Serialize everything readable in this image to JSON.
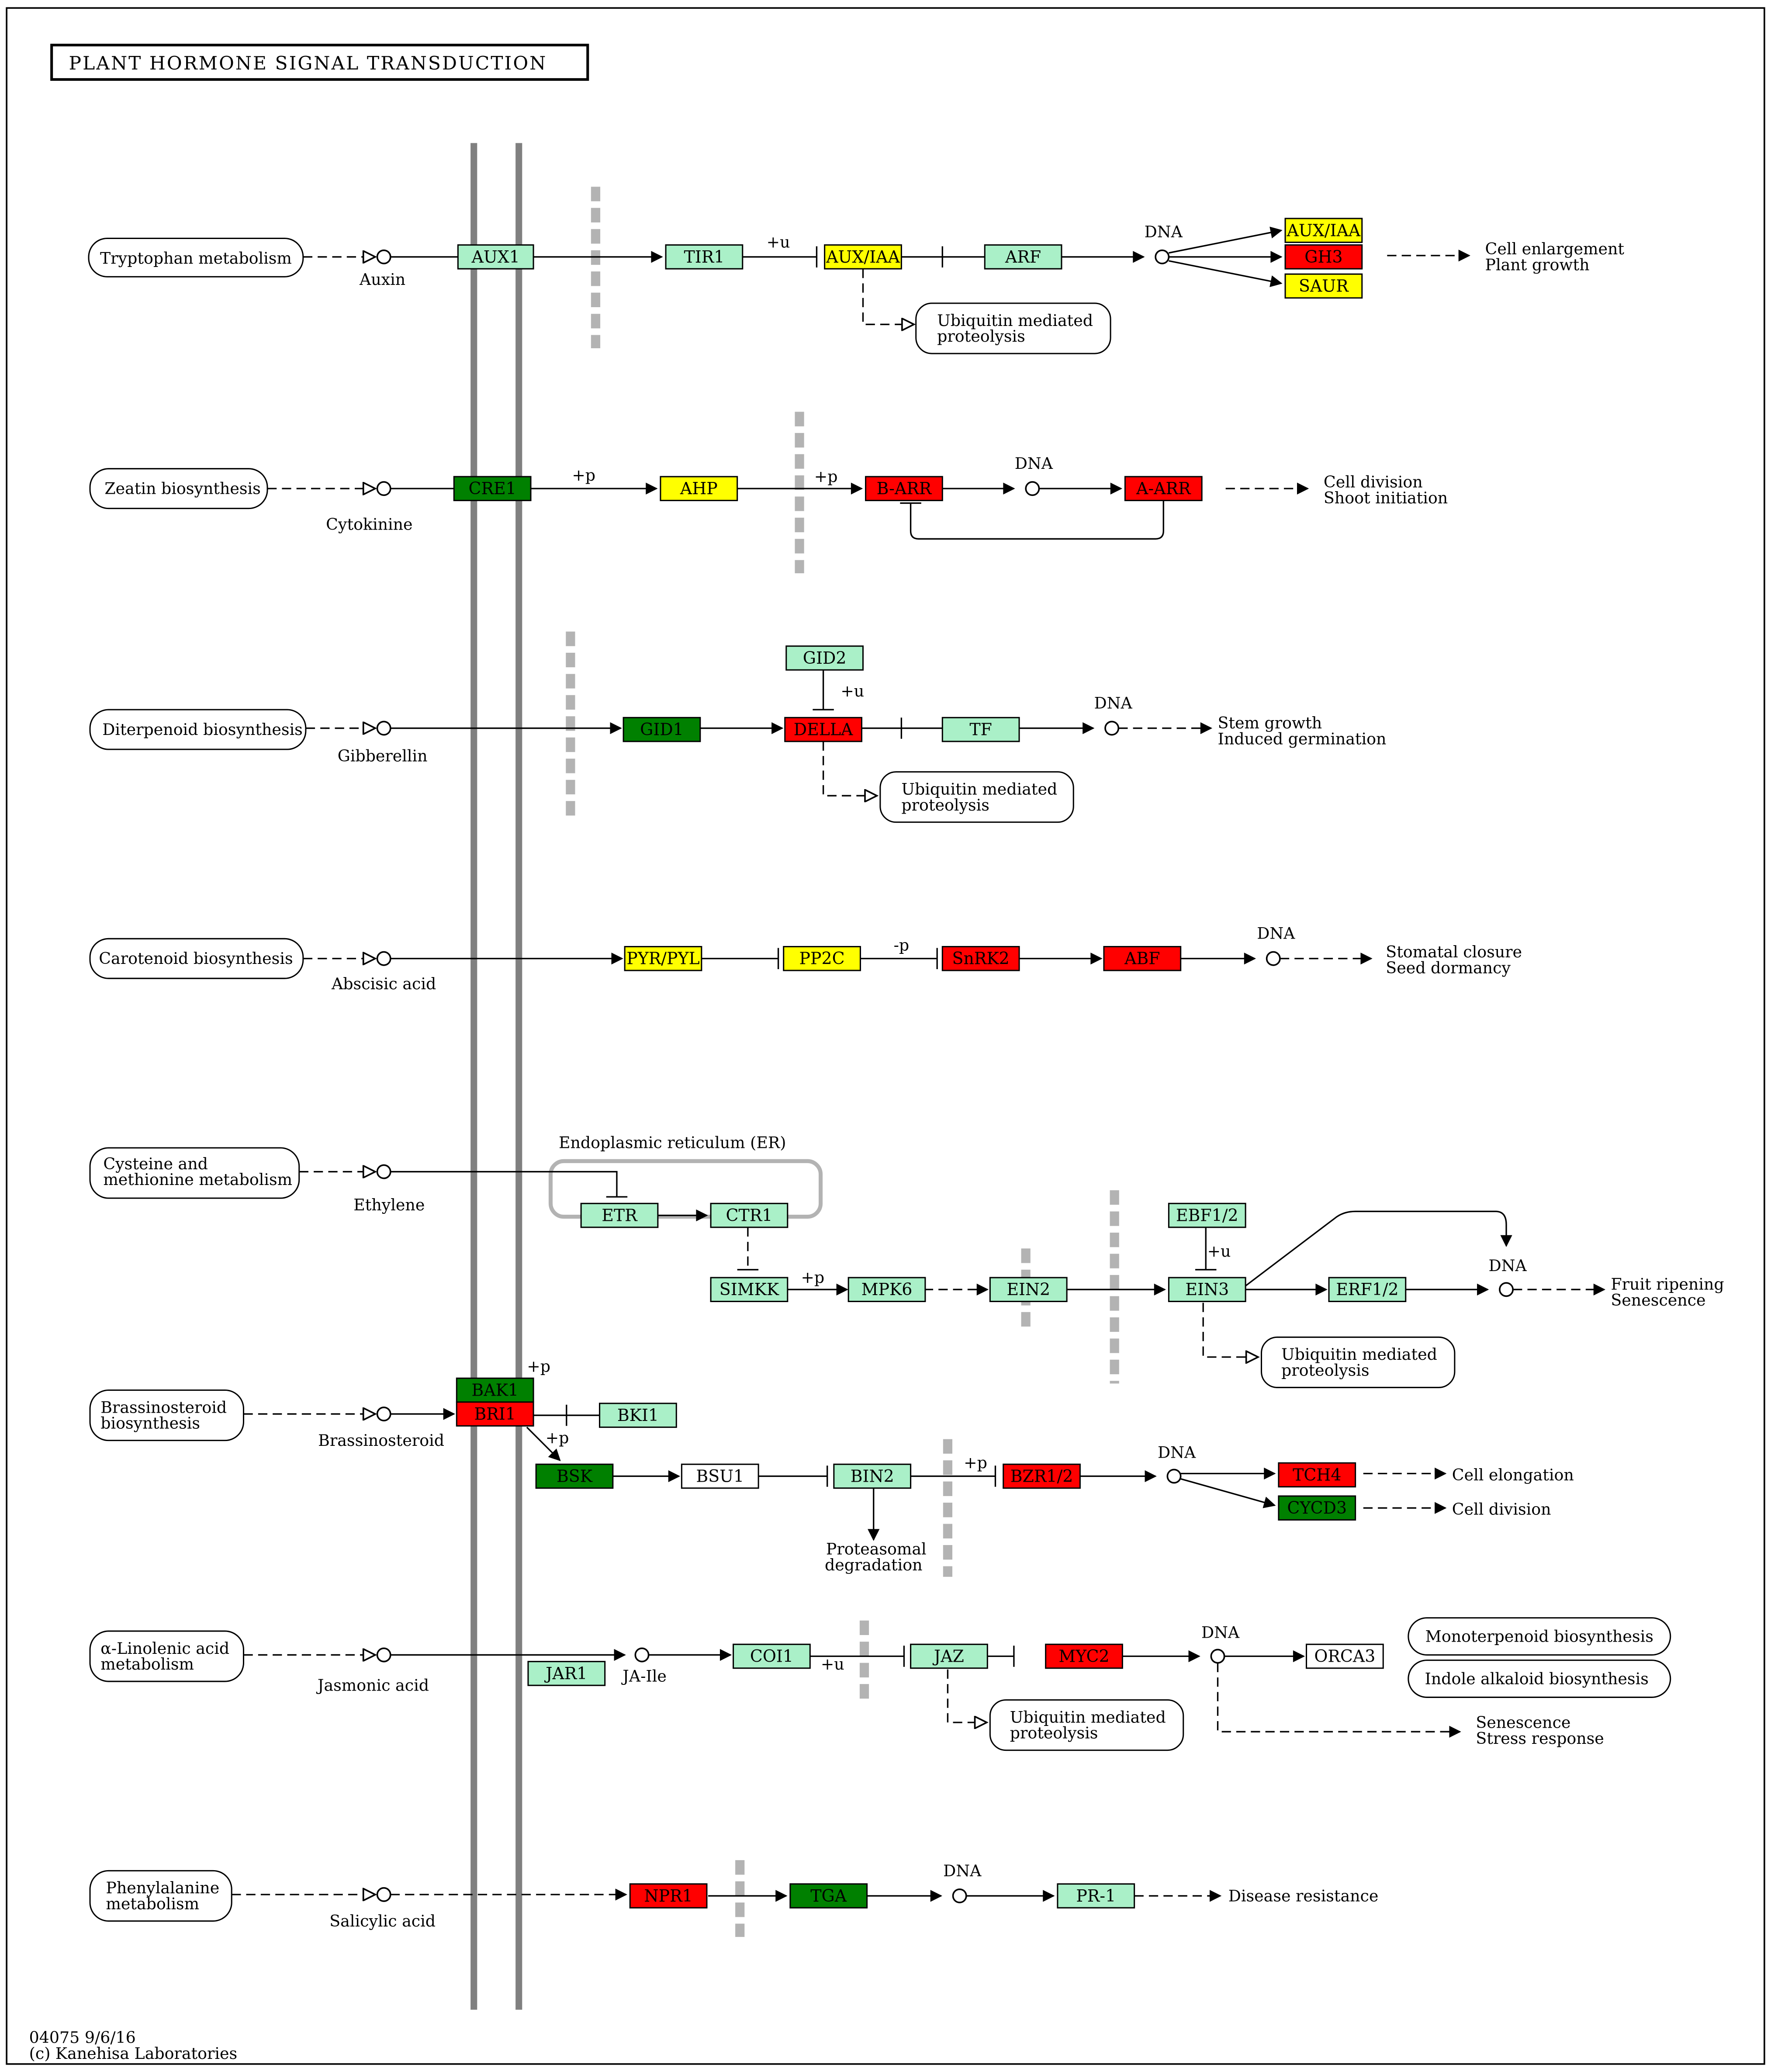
{
  "title": "PLANT HORMONE SIGNAL TRANSDUCTION",
  "footer": {
    "code": "04075 9/6/16",
    "credit": "(c) Kanehisa Laboratories"
  },
  "colors": {
    "up": "#ff0000",
    "down": "#008000",
    "mixed": "#ffff00",
    "background_gene": "#aaf0c8",
    "not_found": "#ffffff",
    "membrane": "#808080",
    "dashed_barrier": "#b3b3b3"
  },
  "pathways": {
    "auxin": {
      "source": "Tryptophan metabolism",
      "compound": "Auxin",
      "genes": {
        "aux1": "AUX1",
        "tir1": "TIR1",
        "auxiaa": "AUX/IAA",
        "arf": "ARF",
        "auxiaa2": "AUX/IAA",
        "gh3": "GH3",
        "saur": "SAUR"
      },
      "mod": "+u",
      "dna": "DNA",
      "ubiq": [
        "Ubiquitin mediated",
        "proteolysis"
      ],
      "outcome": [
        "Cell enlargement",
        "Plant growth"
      ]
    },
    "cytokinin": {
      "source": "Zeatin biosynthesis",
      "compound": "Cytokinine",
      "genes": {
        "cre1": "CRE1",
        "ahp": "AHP",
        "barr": "B-ARR",
        "aarr": "A-ARR"
      },
      "mod1": "+p",
      "mod2": "+p",
      "dna": "DNA",
      "outcome": [
        "Cell division",
        "Shoot initiation"
      ]
    },
    "gibberellin": {
      "source": "Diterpenoid biosynthesis",
      "compound": "Gibberellin",
      "genes": {
        "gid2": "GID2",
        "gid1": "GID1",
        "della": "DELLA",
        "tf": "TF"
      },
      "mod": "+u",
      "dna": "DNA",
      "ubiq": [
        "Ubiquitin mediated",
        "proteolysis"
      ],
      "outcome": [
        "Stem growth",
        "Induced germination"
      ]
    },
    "aba": {
      "source": "Carotenoid biosynthesis",
      "compound": "Abscisic acid",
      "genes": {
        "pyr": "PYR/PYL",
        "pp2c": "PP2C",
        "snrk2": "SnRK2",
        "abf": "ABF"
      },
      "mod": "-p",
      "dna": "DNA",
      "outcome": [
        "Stomatal closure",
        "Seed dormancy"
      ]
    },
    "ethylene": {
      "source": [
        "Cysteine and",
        "methionine metabolism"
      ],
      "compound": "Ethylene",
      "er": "Endoplasmic reticulum (ER)",
      "genes": {
        "etr": "ETR",
        "ctr1": "CTR1",
        "simkk": "SIMKK",
        "mpk6": "MPK6",
        "ein2": "EIN2",
        "ebf": "EBF1/2",
        "ein3": "EIN3",
        "erf": "ERF1/2"
      },
      "mod1": "+p",
      "mod2": "+u",
      "dna": "DNA",
      "ubiq": [
        "Ubiquitin mediated",
        "proteolysis"
      ],
      "outcome": [
        "Fruit ripening",
        "Senescence"
      ]
    },
    "brassinosteroid": {
      "source": [
        "Brassinosteroid",
        "biosynthesis"
      ],
      "compound": "Brassinosteroid",
      "genes": {
        "bak1": "BAK1",
        "bri1": "BRI1",
        "bki1": "BKI1",
        "bsk": "BSK",
        "bsu1": "BSU1",
        "bin2": "BIN2",
        "bzr": "BZR1/2",
        "tch4": "TCH4",
        "cycd3": "CYCD3"
      },
      "mod1": "+p",
      "mod2": "+p",
      "mod3": "+p",
      "dna": "DNA",
      "degradation": [
        "Proteasomal",
        "degradation"
      ],
      "outcome1": "Cell elongation",
      "outcome2": "Cell division"
    },
    "jasmonic": {
      "source": [
        "α-Linolenic acid",
        "metabolism"
      ],
      "compound": "Jasmonic acid",
      "compound2": "JA-Ile",
      "genes": {
        "jar1": "JAR1",
        "coi1": "COI1",
        "jaz": "JAZ",
        "myc2": "MYC2",
        "orca3": "ORCA3"
      },
      "mod": "+u",
      "dna": "DNA",
      "ubiq": [
        "Ubiquitin mediated",
        "proteolysis"
      ],
      "maps": [
        "Monoterpenoid biosynthesis",
        "Indole alkaloid biosynthesis"
      ],
      "outcome": [
        "Senescence",
        "Stress response"
      ]
    },
    "salicylic": {
      "source": [
        "Phenylalanine",
        "metabolism"
      ],
      "compound": "Salicylic acid",
      "genes": {
        "npr1": "NPR1",
        "tga": "TGA",
        "pr1": "PR-1"
      },
      "dna": "DNA",
      "outcome": "Disease resistance"
    }
  }
}
